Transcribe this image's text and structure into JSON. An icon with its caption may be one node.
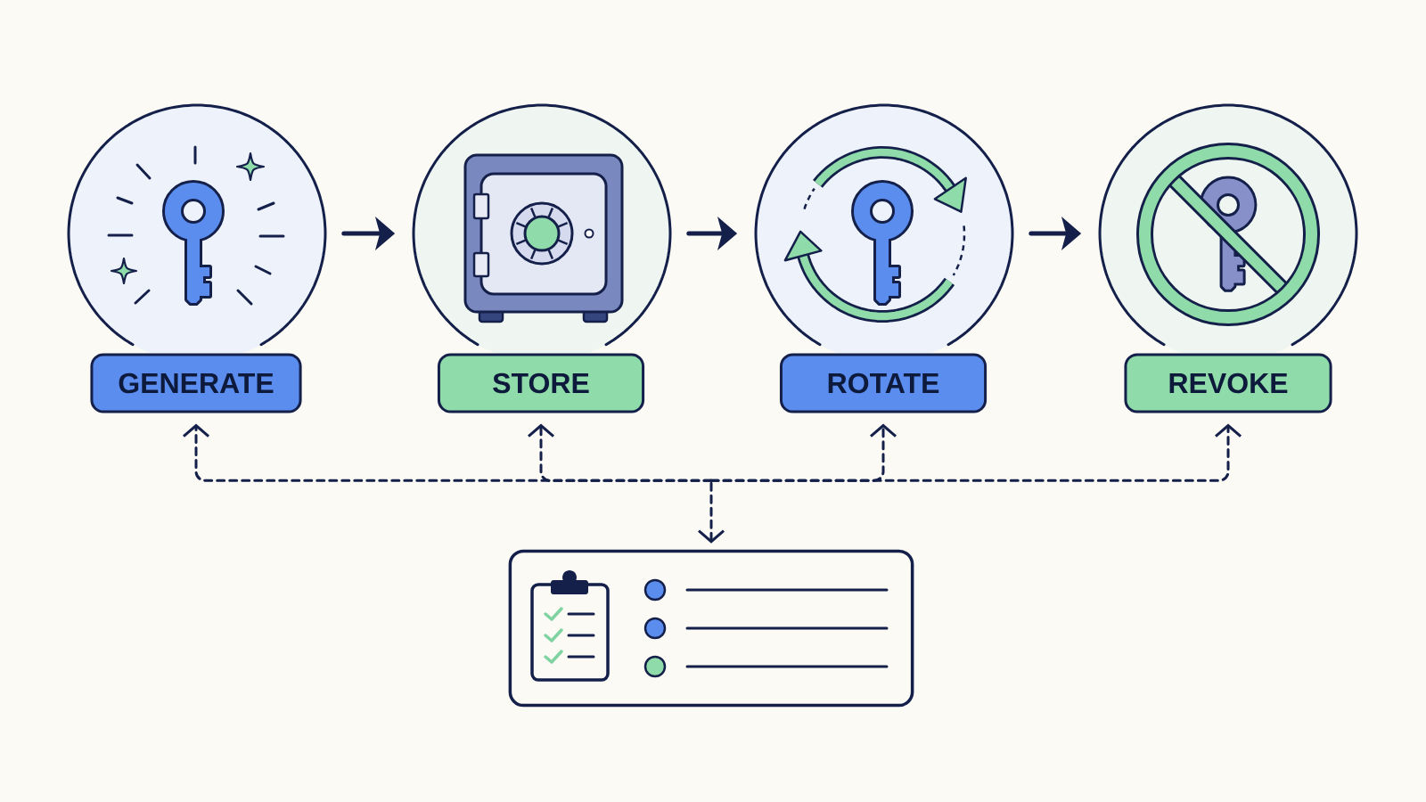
{
  "diagram": {
    "nodes": [
      {
        "text": [],
        "shape": "circle"
      },
      {
        "text": [],
        "shape": "circle"
      },
      {
        "text": [],
        "shape": "circle"
      },
      {
        "text": [],
        "shape": "circle"
      },
      {
        "text": [
          "GENERATE"
        ]
      },
      {
        "text": [
          "STORE"
        ]
      },
      {
        "text": [
          "ROTATE"
        ]
      },
      {
        "text": [
          "REVOKE"
        ]
      },
      {
        "text": [],
        "shape": "box"
      }
    ],
    "edges": [
      {
        "from": 0,
        "to": 1,
        "arrow": "to"
      },
      {
        "from": 1,
        "to": 2,
        "arrow": "to"
      },
      {
        "from": 2,
        "to": 3,
        "arrow": "to"
      },
      {
        "from": 8,
        "to": 4,
        "arrow": "both",
        "style": "dashed"
      },
      {
        "from": 8,
        "to": 5,
        "arrow": "both",
        "style": "dashed"
      },
      {
        "from": 8,
        "to": 6,
        "arrow": "both",
        "style": "dashed"
      },
      {
        "from": 8,
        "to": 7,
        "arrow": "both",
        "style": "dashed"
      }
    ]
  }
}
